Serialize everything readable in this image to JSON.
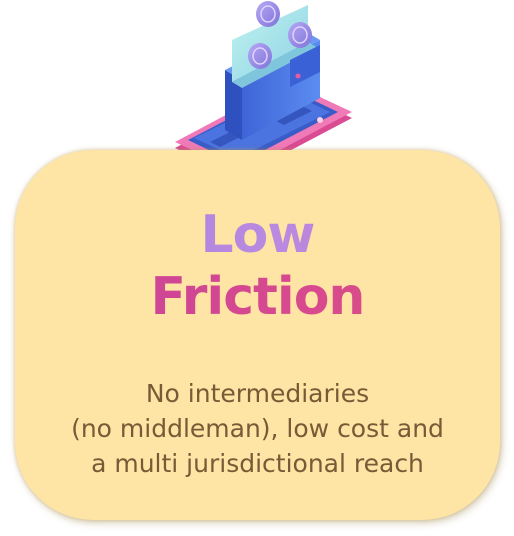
{
  "card": {
    "title_line1": "Low",
    "title_line2": "Friction",
    "description_lines": [
      "No intermediaries",
      "(no middleman), low cost and",
      "a multi jurisdictional reach"
    ]
  },
  "illustration": {
    "icon": "crypto-wallet-phone-icon",
    "colors": {
      "phone_base": "#e95b9f",
      "wallet": "#4e7ce8",
      "card": "#a8e6e6",
      "coin": "#9b8be6"
    }
  }
}
